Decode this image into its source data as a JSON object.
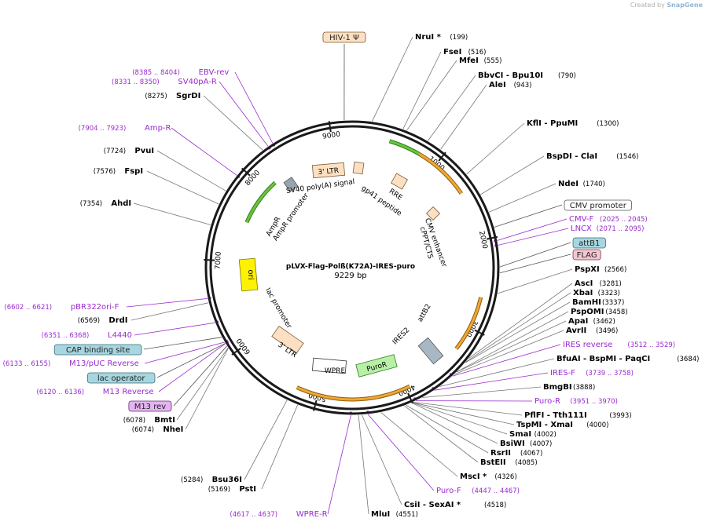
{
  "credit": {
    "prefix": "Created by",
    "brand": "SnapGene"
  },
  "plasmid": {
    "name": "pLVX-Flag-Polß(K72A)-IRES-puro",
    "size_label": "9229 bp",
    "length": 9229
  },
  "ticks": [
    "1000",
    "2000",
    "3000",
    "4000",
    "5000",
    "6000",
    "7000",
    "8000",
    "9000"
  ],
  "colors": {
    "enzyme": "#000000",
    "primer": "#9a2ad0",
    "leader": "#777777",
    "orange": "#f0a830",
    "green": "#6bc43a"
  },
  "sites": [
    {
      "id": "nrui",
      "name": "NruI *",
      "pos": "(199)",
      "kind": "enzyme"
    },
    {
      "id": "fsei",
      "name": "FseI",
      "pos": "(516)",
      "kind": "enzyme"
    },
    {
      "id": "mfei",
      "name": "MfeI",
      "pos": "(555)",
      "kind": "enzyme"
    },
    {
      "id": "bbvci",
      "name": "BbvCI  - Bpu10I",
      "pos": "(790)",
      "kind": "enzyme"
    },
    {
      "id": "alei",
      "name": "AleI",
      "pos": "(943)",
      "kind": "enzyme"
    },
    {
      "id": "kfli",
      "name": "KflI  - PpuMI",
      "pos": "(1300)",
      "kind": "enzyme"
    },
    {
      "id": "bspdi",
      "name": "BspDI  - ClaI",
      "pos": "(1546)",
      "kind": "enzyme"
    },
    {
      "id": "ndei",
      "name": "NdeI",
      "pos": "(1740)",
      "kind": "enzyme"
    },
    {
      "id": "cmvp",
      "name": "CMV promoter",
      "pos": "",
      "kind": "feature_white"
    },
    {
      "id": "cmvf",
      "name": "CMV-F",
      "pos": "(2025 .. 2045)",
      "kind": "primer"
    },
    {
      "id": "lncx",
      "name": "LNCX",
      "pos": "(2071 .. 2095)",
      "kind": "primer"
    },
    {
      "id": "attb1",
      "name": "attB1",
      "pos": "",
      "kind": "feature_teal"
    },
    {
      "id": "flag",
      "name": "FLAG",
      "pos": "",
      "kind": "feature_pink"
    },
    {
      "id": "pspxi",
      "name": "PspXI",
      "pos": "(2566)",
      "kind": "enzyme"
    },
    {
      "id": "asci",
      "name": "AscI",
      "pos": "(3281)",
      "kind": "enzyme"
    },
    {
      "id": "xbai",
      "name": "XbaI",
      "pos": "(3323)",
      "kind": "enzyme"
    },
    {
      "id": "bamhi",
      "name": "BamHI",
      "pos": "(3337)",
      "kind": "enzyme"
    },
    {
      "id": "pspomi",
      "name": "PspOMI",
      "pos": "(3458)",
      "kind": "enzyme"
    },
    {
      "id": "apai",
      "name": "ApaI",
      "pos": "(3462)",
      "kind": "enzyme"
    },
    {
      "id": "avrii",
      "name": "AvrII",
      "pos": "(3496)",
      "kind": "enzyme"
    },
    {
      "id": "iresrev",
      "name": "IRES reverse",
      "pos": "(3512 .. 3529)",
      "kind": "primer"
    },
    {
      "id": "bfuai",
      "name": "BfuAI  - BspMI  - PaqCI",
      "pos": "(3684)",
      "kind": "enzyme"
    },
    {
      "id": "iresf",
      "name": "IRES-F",
      "pos": "(3739 .. 3758)",
      "kind": "primer"
    },
    {
      "id": "bmgbi",
      "name": "BmgBI",
      "pos": "(3888)",
      "kind": "enzyme"
    },
    {
      "id": "puror",
      "name": "Puro-R",
      "pos": "(3951 .. 3970)",
      "kind": "primer"
    },
    {
      "id": "pfifi",
      "name": "PflFI  - Tth111I",
      "pos": "(3993)",
      "kind": "enzyme"
    },
    {
      "id": "tspmi",
      "name": "TspMI  - XmaI",
      "pos": "(4000)",
      "kind": "enzyme"
    },
    {
      "id": "smai",
      "name": "SmaI",
      "pos": "(4002)",
      "kind": "enzyme"
    },
    {
      "id": "bsiwi",
      "name": "BsiWI",
      "pos": "(4007)",
      "kind": "enzyme"
    },
    {
      "id": "rsrii",
      "name": "RsrII",
      "pos": "(4067)",
      "kind": "enzyme"
    },
    {
      "id": "bsteii",
      "name": "BstEII",
      "pos": "(4085)",
      "kind": "enzyme"
    },
    {
      "id": "msci",
      "name": "MscI *",
      "pos": "(4326)",
      "kind": "enzyme"
    },
    {
      "id": "purof",
      "name": "Puro-F",
      "pos": "(4447 .. 4467)",
      "kind": "primer"
    },
    {
      "id": "csi",
      "name": "CsiI  - SexAI *",
      "pos": "(4518)",
      "kind": "enzyme"
    },
    {
      "id": "mlui",
      "name": "MluI",
      "pos": "(4551)",
      "kind": "enzyme"
    },
    {
      "id": "wprer",
      "name": "WPRE-R",
      "pos": "(4617 .. 4637)",
      "kind": "primer"
    },
    {
      "id": "bsu36i",
      "name": "Bsu36I",
      "pos": "(5284)",
      "kind": "enzyme"
    },
    {
      "id": "psti",
      "name": "PstI",
      "pos": "(5169)",
      "kind": "enzyme"
    },
    {
      "id": "bmti",
      "name": "BmtI",
      "pos": "(6078)",
      "kind": "enzyme"
    },
    {
      "id": "nhei",
      "name": "NheI",
      "pos": "(6074)",
      "kind": "enzyme"
    },
    {
      "id": "m13rev",
      "name": "M13 rev",
      "pos": "",
      "kind": "feature_purple"
    },
    {
      "id": "m13r",
      "name": "M13 Reverse",
      "pos": "(6120 .. 6136)",
      "kind": "primer"
    },
    {
      "id": "lacop",
      "name": "lac operator",
      "pos": "",
      "kind": "feature_teal"
    },
    {
      "id": "m13puc",
      "name": "M13/pUC Reverse",
      "pos": "(6133 .. 6155)",
      "kind": "primer"
    },
    {
      "id": "cap",
      "name": "CAP binding site",
      "pos": "",
      "kind": "feature_teal"
    },
    {
      "id": "l4440",
      "name": "L4440",
      "pos": "(6351 .. 6368)",
      "kind": "primer"
    },
    {
      "id": "drdi",
      "name": "DrdI",
      "pos": "(6569)",
      "kind": "enzyme"
    },
    {
      "id": "pbr",
      "name": "pBR322ori-F",
      "pos": "(6602 .. 6621)",
      "kind": "primer"
    },
    {
      "id": "ahdi",
      "name": "AhdI",
      "pos": "(7354)",
      "kind": "enzyme"
    },
    {
      "id": "fspi",
      "name": "FspI",
      "pos": "(7576)",
      "kind": "enzyme"
    },
    {
      "id": "pvui",
      "name": "PvuI",
      "pos": "(7724)",
      "kind": "enzyme"
    },
    {
      "id": "ampr",
      "name": "Amp-R",
      "pos": "(7904 .. 7923)",
      "kind": "primer"
    },
    {
      "id": "sgrdi",
      "name": "SgrDI",
      "pos": "(8275)",
      "kind": "enzyme"
    },
    {
      "id": "sv40pa",
      "name": "SV40pA-R",
      "pos": "(8331 .. 8350)",
      "kind": "primer"
    },
    {
      "id": "ebvrev",
      "name": "EBV-rev",
      "pos": "(8385 .. 8404)",
      "kind": "primer"
    },
    {
      "id": "hiv",
      "name": "HIV-1 Ψ",
      "pos": "",
      "kind": "feature_orange"
    }
  ],
  "features": {
    "ltr3": "3' LTR",
    "sv40polya": "SV40 poly(A)  signal",
    "rre": "RRE",
    "gp41": "gp41 peptide",
    "ampr_promoter": "AmpR promoter",
    "ampr": "AmpR",
    "cmv_enhancer": "CMV enhancer",
    "cppt": "cPPT/CTS",
    "ori": "ori",
    "lac_promoter": "lac promoter",
    "attb2": "attB2",
    "ires2": "IRES2",
    "puror": "PuroR",
    "wpre": "WPRE",
    "ltr3b": "3' LTR"
  }
}
